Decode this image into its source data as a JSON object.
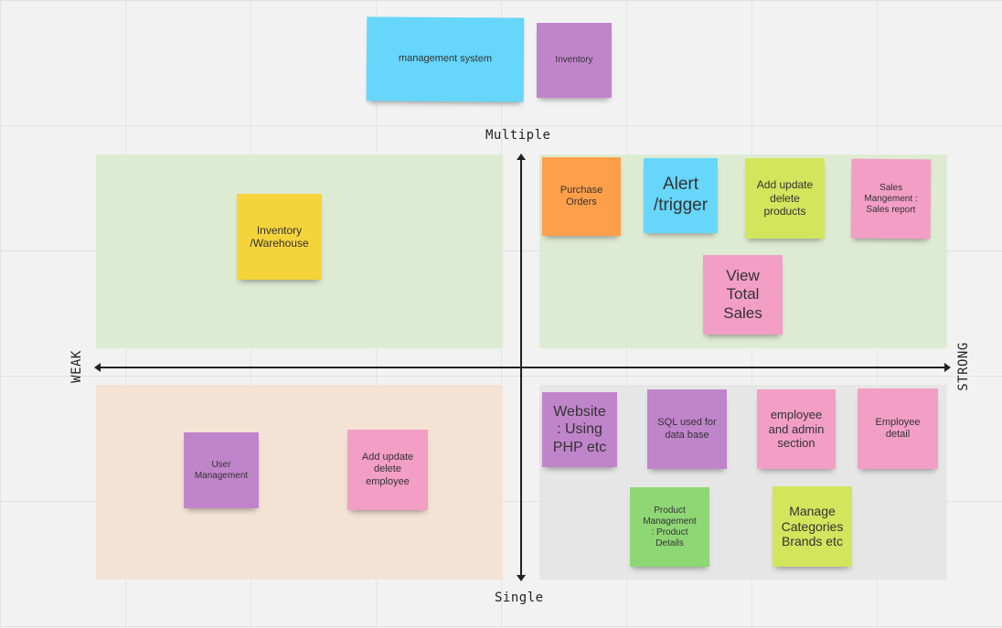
{
  "axes": {
    "top_label": "Multiple",
    "bottom_label": "Single",
    "left_label": "WEAK",
    "right_label": "STRONG"
  },
  "colors": {
    "green_zone": "#deebd3",
    "peach_zone": "#f4e3d4",
    "grey_zone": "#e6e6e6",
    "cyan": "#66d6fa",
    "purple": "#c084cb",
    "orange": "#ff9f4a",
    "lime": "#d2e55c",
    "pink": "#f29ec5",
    "yellow": "#f5d33a",
    "green": "#8fd775"
  },
  "notes": {
    "management_system": "management system",
    "inventory": "Inventory",
    "inventory_warehouse": "Inventory\n/Warehouse",
    "purchase_orders": "Purchase\nOrders",
    "alert_trigger": "Alert\n/trigger",
    "add_update_delete_products": "Add update\ndelete\nproducts",
    "sales_management": "Sales\nMangement :\nSales report",
    "view_total_sales": "View\nTotal\nSales",
    "user_management": "User\nManagement",
    "add_update_delete_employee": "Add update\ndelete\nemployee",
    "website_php": "Website\n: Using\nPHP etc",
    "sql_database": "SQL used for\ndata base",
    "employee_admin_section": "employee\nand admin\nsection",
    "employee_detail": "Employee\ndetail",
    "product_management": "Product\nManagement\n: Product\nDetails",
    "manage_categories": "Manage\nCategories\nBrands etc"
  }
}
